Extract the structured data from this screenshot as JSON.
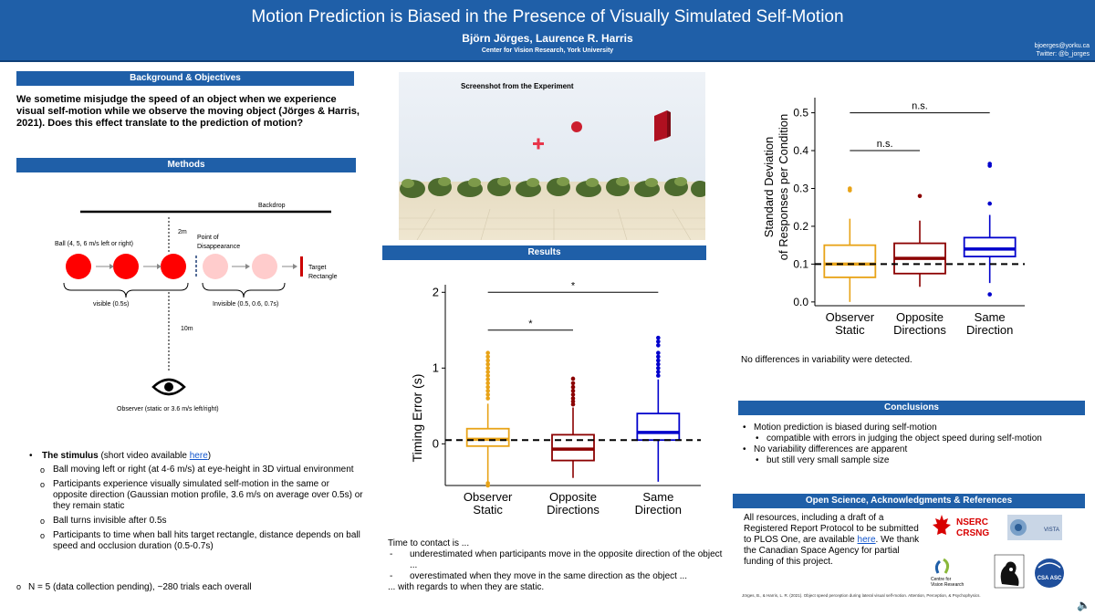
{
  "header": {
    "title": "Motion Prediction is Biased in the Presence of Visually Simulated Self-Motion",
    "authors": "Björn Jörges, Laurence R. Harris",
    "affiliation": "Center for Vision Research, York University",
    "email": "bjoerges@yorku.ca",
    "twitter": "Twitter: @b_jorges"
  },
  "sections": {
    "background": "Background & Objectives",
    "methods": "Methods",
    "results": "Results",
    "conclusions": "Conclusions",
    "open_science": "Open Science, Acknowledgments & References"
  },
  "intro": "We sometime misjudge the speed of an object when we experience visual self-motion while we observe the moving object (Jörges & Harris, 2021). Does this effect translate to the prediction of motion?",
  "methods_diagram": {
    "backdrop": "Backdrop",
    "dist_2m": "2m",
    "ball_label": "Ball (4, 5, 6 m/s left or right)",
    "disappearance_line1": "Point of",
    "disappearance_line2": "Disappearance",
    "target_line1": "Target",
    "target_line2": "Rectangle",
    "visible": "visible (0.5s)",
    "invisible": "Invisible (0.5, 0.6, 0.7s)",
    "dist_10m": "10m",
    "observer": "Observer (static or 3.6 m/s left/right)"
  },
  "stimulus": {
    "heading_bold": "The stimulus",
    "heading_rest": " (short video available ",
    "link": "here",
    "heading_end": ")",
    "items": [
      "Ball moving left or right (at 4-6 m/s) at eye-height in 3D virtual environment",
      "Participants experience visually simulated self-motion in the same or opposite direction (Gaussian motion profile, 3.6 m/s on average over 0.5s) or they remain static",
      "Ball turns invisible after 0.5s",
      "Participants to time when ball hits target rectangle, distance depends on ball speed and occlusion duration (0.5-0.7s)"
    ],
    "n_line": "N = 5 (data collection pending), ~280 trials each overall"
  },
  "screenshot": {
    "caption": "Screenshot from the Experiment"
  },
  "results_text": {
    "lead": "Time to contact is ...",
    "items": [
      "underestimated when participants move in the opposite direction of the object ...",
      "overestimated when they move in the same direction as the object ..."
    ],
    "tail": "... with regards to when they are static."
  },
  "variability_note": "No differences in variability were detected.",
  "conclusions": [
    {
      "text": "Motion prediction is biased during self-motion",
      "sub": "compatible with errors in judging the object speed during self-motion"
    },
    {
      "text": "No variability differences are apparent",
      "sub": "but still very small sample size"
    }
  ],
  "open_science": {
    "pre": "All resources, including a draft of a Registered Report Protocol to be submitted to PLOS One, are available ",
    "link": "here",
    "post": ". We thank the Canadian Space Agency for partial funding of this project."
  },
  "logos": {
    "nserc_1": "NSERC",
    "nserc_2": "CRSNG",
    "vista": "VISTA",
    "cvr_1": "Centre for",
    "cvr_2": "Vision Research",
    "csa": "CSA ASC"
  },
  "reference": "Jörges, B., & Harris, L. R. (2021). Object speed perception during lateral visual self-motion. Attention, Perception, & Psychophysics.",
  "chart_data": [
    {
      "type": "box",
      "ylabel": "Timing Error (s)",
      "categories": [
        "Observer Static",
        "Opposite Directions",
        "Same Direction"
      ],
      "colors": [
        "#e8a317",
        "#8b0000",
        "#0000cc"
      ],
      "ylim": [
        -0.55,
        2.1
      ],
      "yticks": [
        0,
        1,
        2
      ],
      "reference_line": 0.05,
      "boxes": [
        {
          "q1": -0.03,
          "median": 0.06,
          "q3": 0.2,
          "whisker_low": -0.5,
          "whisker_high": 0.53,
          "outliers": [
            0.6,
            0.65,
            0.7,
            0.75,
            0.8,
            0.85,
            0.9,
            0.95,
            1.0,
            1.05,
            1.1,
            1.15,
            1.2,
            -0.52,
            -0.55
          ]
        },
        {
          "q1": -0.22,
          "median": -0.07,
          "q3": 0.12,
          "whisker_low": -0.45,
          "whisker_high": 0.48,
          "outliers": [
            0.52,
            0.56,
            0.6,
            0.65,
            0.7,
            0.75,
            0.8,
            0.86
          ]
        },
        {
          "q1": 0.05,
          "median": 0.15,
          "q3": 0.4,
          "whisker_low": -0.5,
          "whisker_high": 0.85,
          "outliers": [
            0.9,
            0.95,
            1.0,
            1.05,
            1.1,
            1.15,
            1.2,
            1.3,
            1.35,
            1.4
          ]
        }
      ],
      "significance": [
        {
          "from": 0,
          "to": 1,
          "y": 1.5,
          "label": "*"
        },
        {
          "from": 0,
          "to": 2,
          "y": 2.0,
          "label": "*"
        }
      ]
    },
    {
      "type": "box",
      "ylabel_line1": "Standard Deviation",
      "ylabel_line2": "of Responses per Condition",
      "categories": [
        "Observer Static",
        "Opposite Directions",
        "Same Direction"
      ],
      "colors": [
        "#e8a317",
        "#8b0000",
        "#0000cc"
      ],
      "ylim": [
        -0.01,
        0.54
      ],
      "yticks": [
        0.0,
        0.1,
        0.2,
        0.3,
        0.4,
        0.5
      ],
      "ytick_labels": [
        "0.0",
        "0.1",
        "0.2",
        "0.3",
        "0.4",
        "0.5"
      ],
      "reference_line": 0.1,
      "boxes": [
        {
          "q1": 0.065,
          "median": 0.1,
          "q3": 0.15,
          "whisker_low": 0.0,
          "whisker_high": 0.22,
          "outliers": [
            0.295,
            0.3
          ]
        },
        {
          "q1": 0.075,
          "median": 0.115,
          "q3": 0.155,
          "whisker_low": 0.04,
          "whisker_high": 0.215,
          "outliers": [
            0.28
          ]
        },
        {
          "q1": 0.12,
          "median": 0.14,
          "q3": 0.17,
          "whisker_low": 0.05,
          "whisker_high": 0.23,
          "outliers": [
            0.26,
            0.36,
            0.365,
            0.02
          ]
        }
      ],
      "significance": [
        {
          "from": 0,
          "to": 1,
          "y": 0.4,
          "label": "n.s."
        },
        {
          "from": 0,
          "to": 2,
          "y": 0.5,
          "label": "n.s."
        }
      ]
    }
  ]
}
